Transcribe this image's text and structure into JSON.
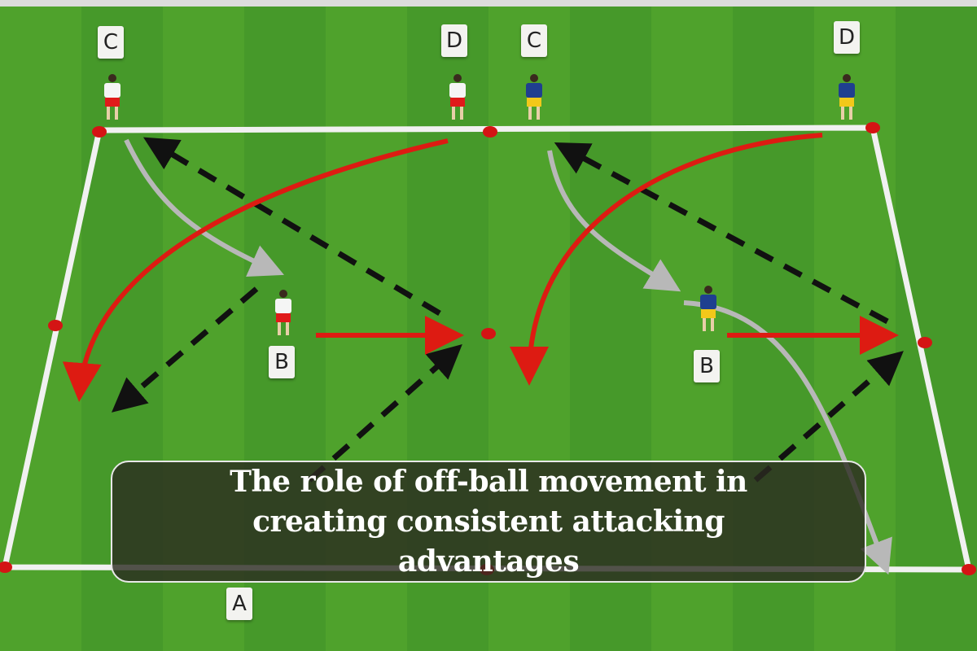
{
  "labels": {
    "c_left": "C",
    "d_mid": "D",
    "c_mid": "C",
    "d_right": "D",
    "b_left": "B",
    "b_right": "B",
    "a_bottom": "A"
  },
  "caption": {
    "text": "The role of off-ball movement in creating consistent attacking advantages"
  },
  "colors": {
    "grass_light": "#4fa22c",
    "grass_dark": "#3f8f22",
    "pass_arrow": "#dd1b12",
    "run_dashed": "#111111",
    "run_curve": "#b8b8b8",
    "cone": "#d41414",
    "team_white_shirt": "#f5f5f5",
    "team_white_shorts": "#e01a1a",
    "team_blue_shirt": "#1f3f8f",
    "team_blue_shorts": "#f2c81a"
  }
}
